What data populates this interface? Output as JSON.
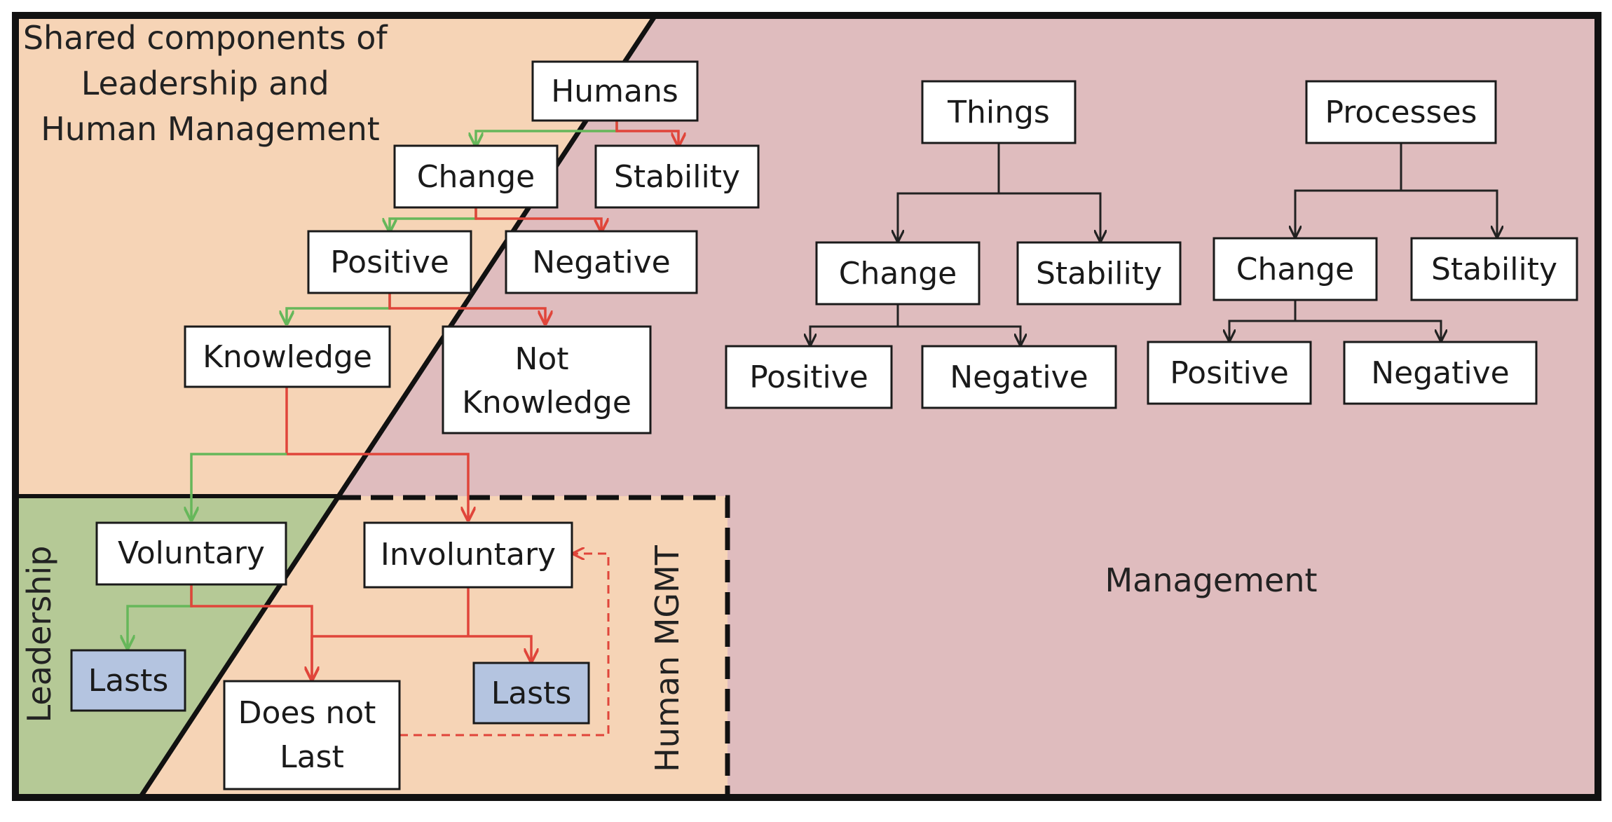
{
  "colors": {
    "peach": "#f6d4b6",
    "mauve": "#dfbcbe",
    "green": "#b5c996",
    "lasts_fill": "#b4c4e0",
    "green_arrow": "#66b75a",
    "red_arrow": "#e0453a",
    "dark_arrow": "#222222",
    "border": "#111111"
  },
  "regions": {
    "shared_title": [
      "Shared components of",
      "Leadership and",
      "Human Management"
    ],
    "leadership": "Leadership",
    "human_mgmt": "Human MGMT",
    "management": "Management"
  },
  "nodes": {
    "humans": "Humans",
    "h_change": "Change",
    "h_stability": "Stability",
    "h_positive": "Positive",
    "h_negative": "Negative",
    "h_knowledge": "Knowledge",
    "h_not_knowledge": [
      "Not",
      "Knowledge"
    ],
    "voluntary": "Voluntary",
    "involuntary": "Involuntary",
    "lasts_left": "Lasts",
    "does_not_last": [
      "Does not",
      "Last"
    ],
    "lasts_right": "Lasts",
    "things": "Things",
    "t_change": "Change",
    "t_stability": "Stability",
    "t_positive": "Positive",
    "t_negative": "Negative",
    "processes": "Processes",
    "p_change": "Change",
    "p_stability": "Stability",
    "p_positive": "Positive",
    "p_negative": "Negative"
  }
}
